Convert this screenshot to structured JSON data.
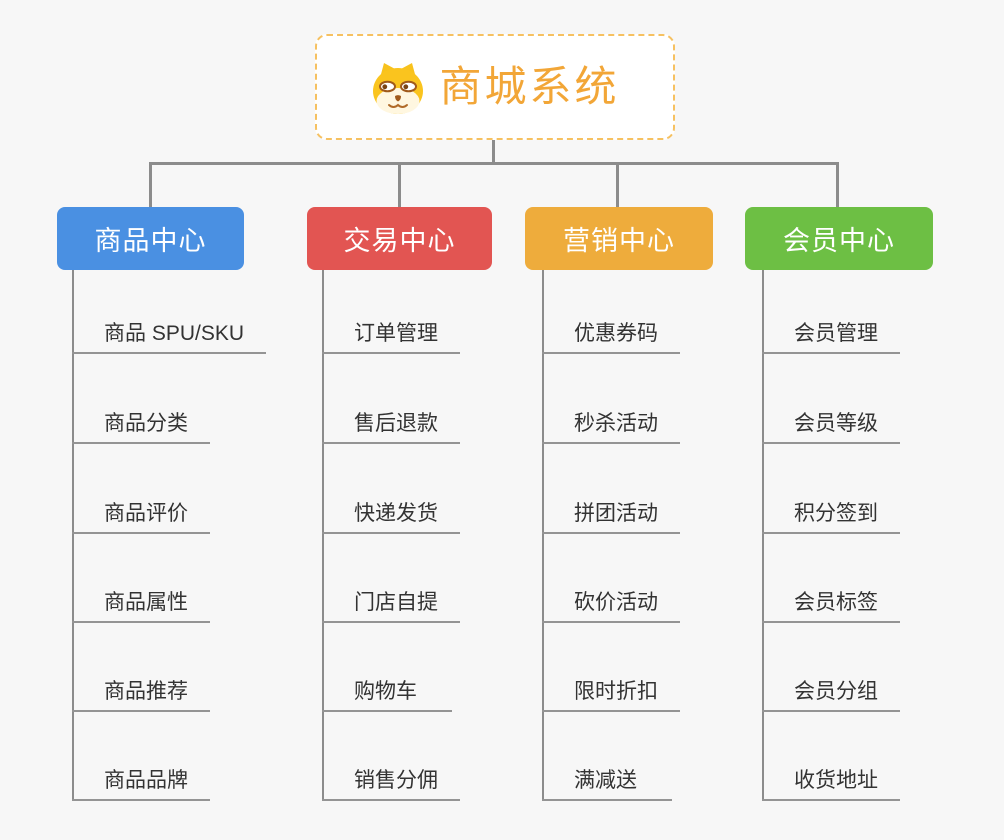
{
  "page": {
    "background_color": "#f7f7f7"
  },
  "root": {
    "title": "商城系统",
    "icon": "dog-face-icon",
    "text_color": "#f2a637",
    "border_color": "#f6c161",
    "background_color": "#ffffff"
  },
  "connectors": {
    "line_color": "#8c8c8c",
    "underline_color": "#949494"
  },
  "branches": [
    {
      "label": "商品中心",
      "color": "#4a90e2",
      "items": [
        "商品 SPU/SKU",
        "商品分类",
        "商品评价",
        "商品属性",
        "商品推荐",
        "商品品牌"
      ]
    },
    {
      "label": "交易中心",
      "color": "#e25552",
      "items": [
        "订单管理",
        "售后退款",
        "快递发货",
        "门店自提",
        "购物车",
        "销售分佣"
      ]
    },
    {
      "label": "营销中心",
      "color": "#eeac3c",
      "items": [
        "优惠券码",
        "秒杀活动",
        "拼团活动",
        "砍价活动",
        "限时折扣",
        "满减送"
      ]
    },
    {
      "label": "会员中心",
      "color": "#6dbf44",
      "items": [
        "会员管理",
        "会员等级",
        "积分签到",
        "会员标签",
        "会员分组",
        "收货地址"
      ]
    }
  ]
}
